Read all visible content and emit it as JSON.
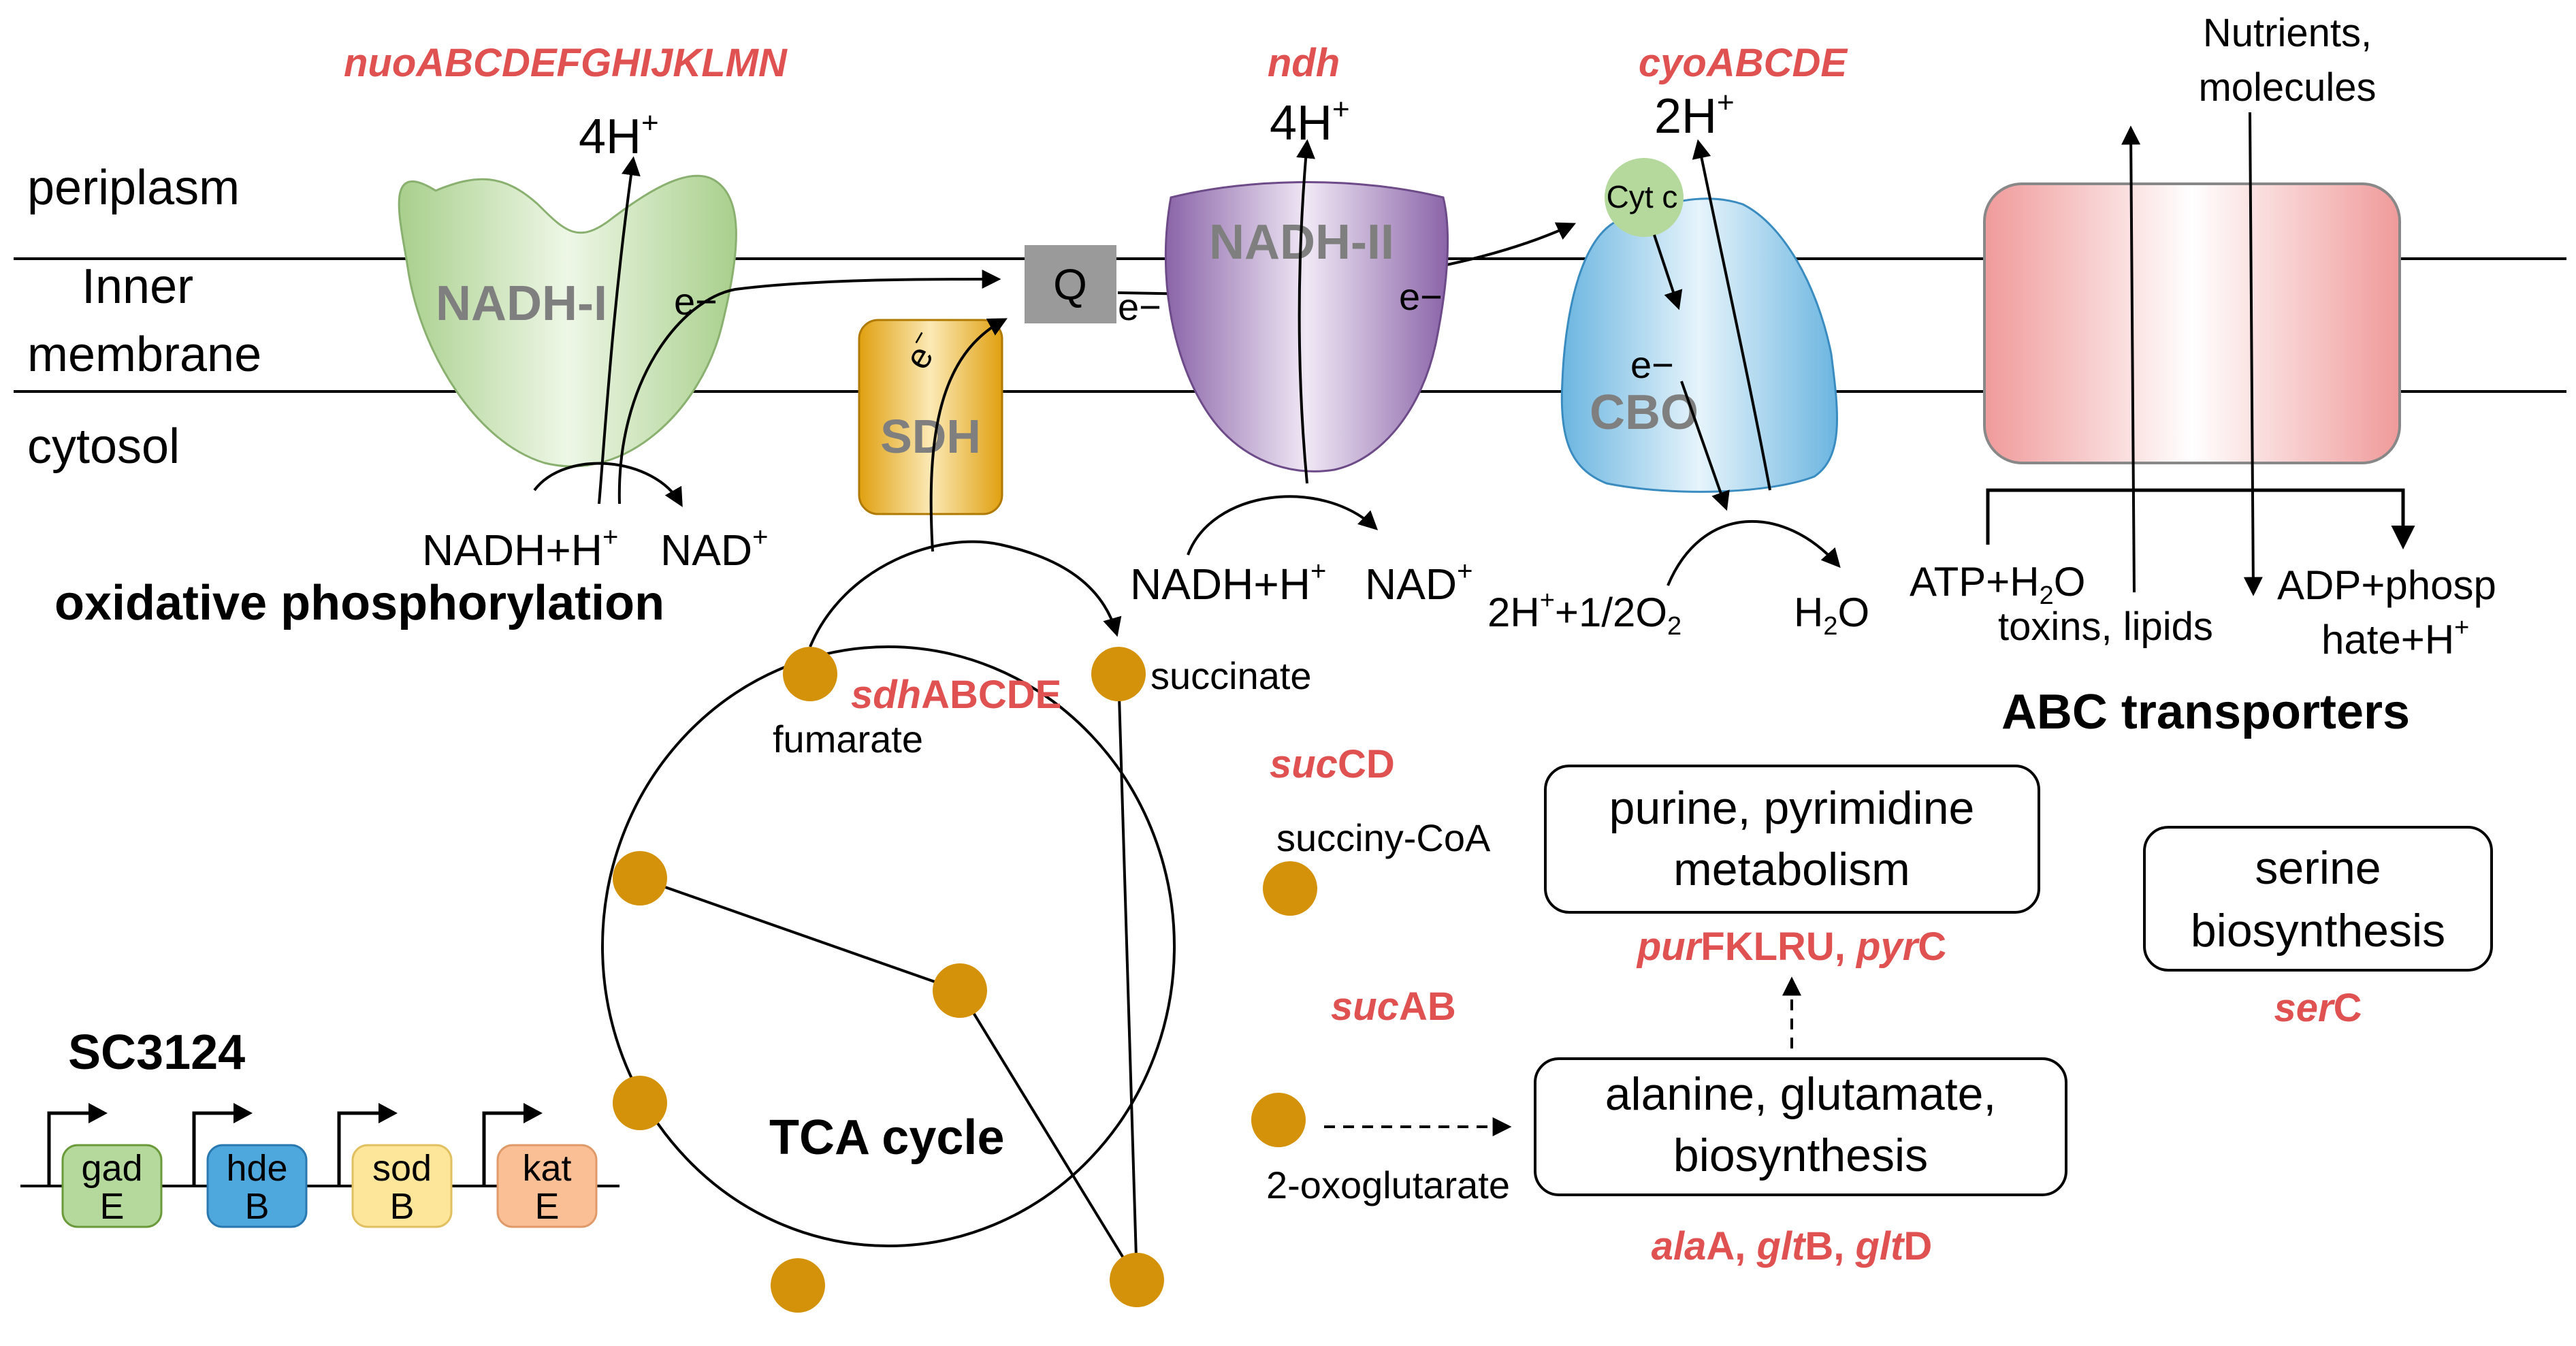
{
  "compartments": {
    "periplasm": "periplasm",
    "membrane_line1": "Inner",
    "membrane_line2": "membrane",
    "cytosol": "cytosol"
  },
  "oxphos": {
    "title": "oxidative phosphorylation",
    "nadh1": {
      "name": "NADH-I",
      "gene": "nuoABCDEFGHIJKLMN",
      "protons": "4H",
      "proton_sup": "+",
      "electron": "e−",
      "substrate": "NADH+H",
      "substrate_sup": "+",
      "product": "NAD",
      "product_sup": "+",
      "color": "#b8dba0"
    },
    "q": {
      "name": "Q",
      "electron": "e−"
    },
    "sdh": {
      "name": "SDH",
      "electron": "e",
      "electron_sup": "−",
      "color": "#e7a812"
    },
    "nadh2": {
      "name": "NADH-II",
      "gene": "ndh",
      "protons": "4H",
      "proton_sup": "+",
      "electron": "e−",
      "substrate": "NADH+H",
      "substrate_sup": "+",
      "product": "NAD",
      "product_sup": "+",
      "color": "#9b78b5"
    },
    "cbo": {
      "name": "CBO",
      "gene": "cyoABCDE",
      "protons": "2H",
      "proton_sup": "+",
      "cytc": "Cyt c",
      "electron": "e−",
      "substrate_a": "2H",
      "substrate_sup": "+",
      "substrate_b": "+1/2O",
      "substrate_sub": "2",
      "product_a": "H",
      "product_sub": "2",
      "product_b": "O",
      "color": "#78bfe6"
    }
  },
  "abc": {
    "title": "ABC transporters",
    "inflow_line1": "Nutrients,",
    "inflow_line2": "molecules",
    "outflow": "toxins, lipids",
    "substrate_a": "ATP+H",
    "substrate_sub": "2",
    "substrate_b": "O",
    "product_line1": "ADP+phosp",
    "product_line2": "hate+H",
    "product_sup": "+",
    "color": "#f2a0a0"
  },
  "tca": {
    "title": "TCA cycle",
    "fumarate": "fumarate",
    "succinate": "succinate",
    "succinyl_coa": "succiny-CoA",
    "oxoglutarate": "2-oxoglutarate",
    "sdh_gene_italic": "sdh",
    "sdh_gene_rest": "ABCDE",
    "succd_italic": "suc",
    "succd_rest": "CD",
    "sucab_italic": "suc",
    "sucab_rest": "AB",
    "node_color": "#d4920a"
  },
  "metabolism": {
    "purine_line1": "purine, pyrimidine",
    "purine_line2": "metabolism",
    "pur_italic": "pur",
    "pur_rest": "FKLRU, ",
    "pyr_italic": "pyr",
    "pyr_rest": "C",
    "alanine_line1": "alanine, glutamate,",
    "alanine_line2": "biosynthesis",
    "ala_italic": "ala",
    "ala_rest": "A, ",
    "glt1_italic": "glt",
    "glt1_rest": "B, ",
    "glt2_italic": "glt",
    "glt2_rest": "D",
    "serine_line1": "serine",
    "serine_line2": "biosynthesis",
    "ser_italic": "ser",
    "ser_rest": "C"
  },
  "operon": {
    "title": "SC3124",
    "genes": [
      {
        "top": "gad",
        "bottom": "E",
        "color": "#b5d99c",
        "stroke": "#6a9a3a"
      },
      {
        "top": "hde",
        "bottom": "B",
        "color": "#4ea8de",
        "stroke": "#2a78b0"
      },
      {
        "top": "sod",
        "bottom": "B",
        "color": "#fde59a",
        "stroke": "#e0c060"
      },
      {
        "top": "kat",
        "bottom": "E",
        "color": "#fbbf95",
        "stroke": "#e09a6a"
      }
    ]
  }
}
